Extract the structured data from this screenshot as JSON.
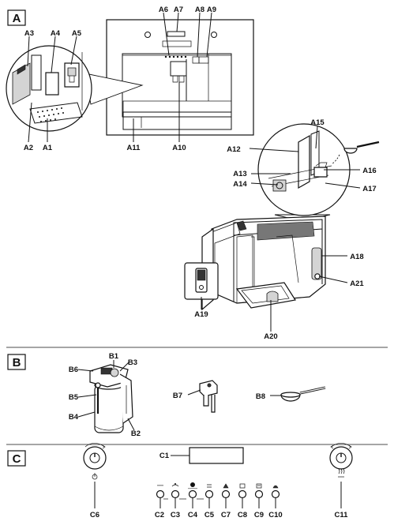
{
  "sections": {
    "a": "A",
    "b": "B",
    "c": "C"
  },
  "labels": {
    "a1": "A1",
    "a2": "A2",
    "a3": "A3",
    "a4": "A4",
    "a5": "A5",
    "a6": "A6",
    "a7": "A7",
    "a8": "A8",
    "a9": "A9",
    "a10": "A10",
    "a11": "A11",
    "a12": "A12",
    "a13": "A13",
    "a14": "A14",
    "a15": "A15",
    "a16": "A16",
    "a17": "A17",
    "a18": "A18",
    "a19": "A19",
    "a20": "A20",
    "a21": "A21",
    "b1": "B1",
    "b2": "B2",
    "b3": "B3",
    "b4": "B4",
    "b5": "B5",
    "b6": "B6",
    "b7": "B7",
    "b8": "B8",
    "c1": "C1",
    "c2": "C2",
    "c3": "C3",
    "c4": "C4",
    "c5": "C5",
    "c6": "C6",
    "c7": "C7",
    "c8": "C8",
    "c9": "C9",
    "c10": "C10",
    "c11": "C11"
  },
  "control_panel": {
    "icons": {
      "c6": "power-icon",
      "c11": "steam-icon",
      "c2": "lamp-icon",
      "c3": "lamp-icon",
      "c4": "lamp-icon",
      "c5": "lamp-icon",
      "c7": "lamp-icon",
      "c8": "lamp-icon",
      "c9": "lamp-icon",
      "c10": "lamp-icon"
    }
  }
}
